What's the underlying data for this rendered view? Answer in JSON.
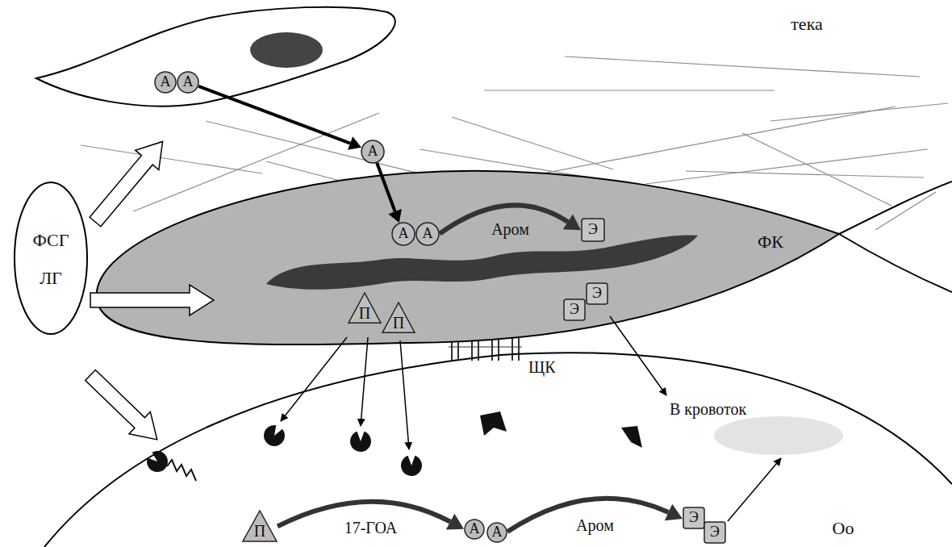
{
  "diagram": {
    "nodes": [
      {
        "text": [
          "ФСГ",
          "ЛГ"
        ]
      },
      {
        "text": [
          "А"
        ]
      },
      {
        "text": [
          "А"
        ]
      },
      {
        "text": [
          "А"
        ]
      },
      {
        "text": [
          "ФК"
        ]
      },
      {
        "text": [
          "А"
        ],
        "in": 4
      },
      {
        "text": [
          "А"
        ],
        "in": 4
      },
      {
        "text": [
          "Э"
        ],
        "in": 4
      },
      {
        "text": [
          "П"
        ],
        "in": 4
      },
      {
        "text": [
          "П"
        ],
        "in": 4
      },
      {
        "text": [
          "Э"
        ],
        "in": 4
      },
      {
        "text": [
          "Э"
        ],
        "in": 4
      },
      {
        "text": [
          "Оо"
        ]
      },
      {
        "text": [
          "П"
        ],
        "in": 12
      },
      {
        "text": [
          "А"
        ],
        "in": 12
      },
      {
        "text": [
          "А"
        ],
        "in": 12
      },
      {
        "text": [
          "Э"
        ],
        "in": 12
      },
      {
        "text": [
          "Э"
        ],
        "in": 12
      }
    ],
    "edges": [
      {
        "from": 2,
        "to": 3,
        "arrow": "to"
      },
      {
        "from": 3,
        "to": 5,
        "arrow": "to"
      },
      {
        "from": 6,
        "to": 7,
        "label": "Аром",
        "arrow": "to"
      },
      {
        "from": 13,
        "to": 14,
        "label": "17-ГОА",
        "arrow": "to"
      },
      {
        "from": 15,
        "to": 16,
        "label": "Аром",
        "arrow": "to"
      }
    ],
    "labels": [
      "тека",
      "ЩК",
      "В кровоток"
    ]
  }
}
